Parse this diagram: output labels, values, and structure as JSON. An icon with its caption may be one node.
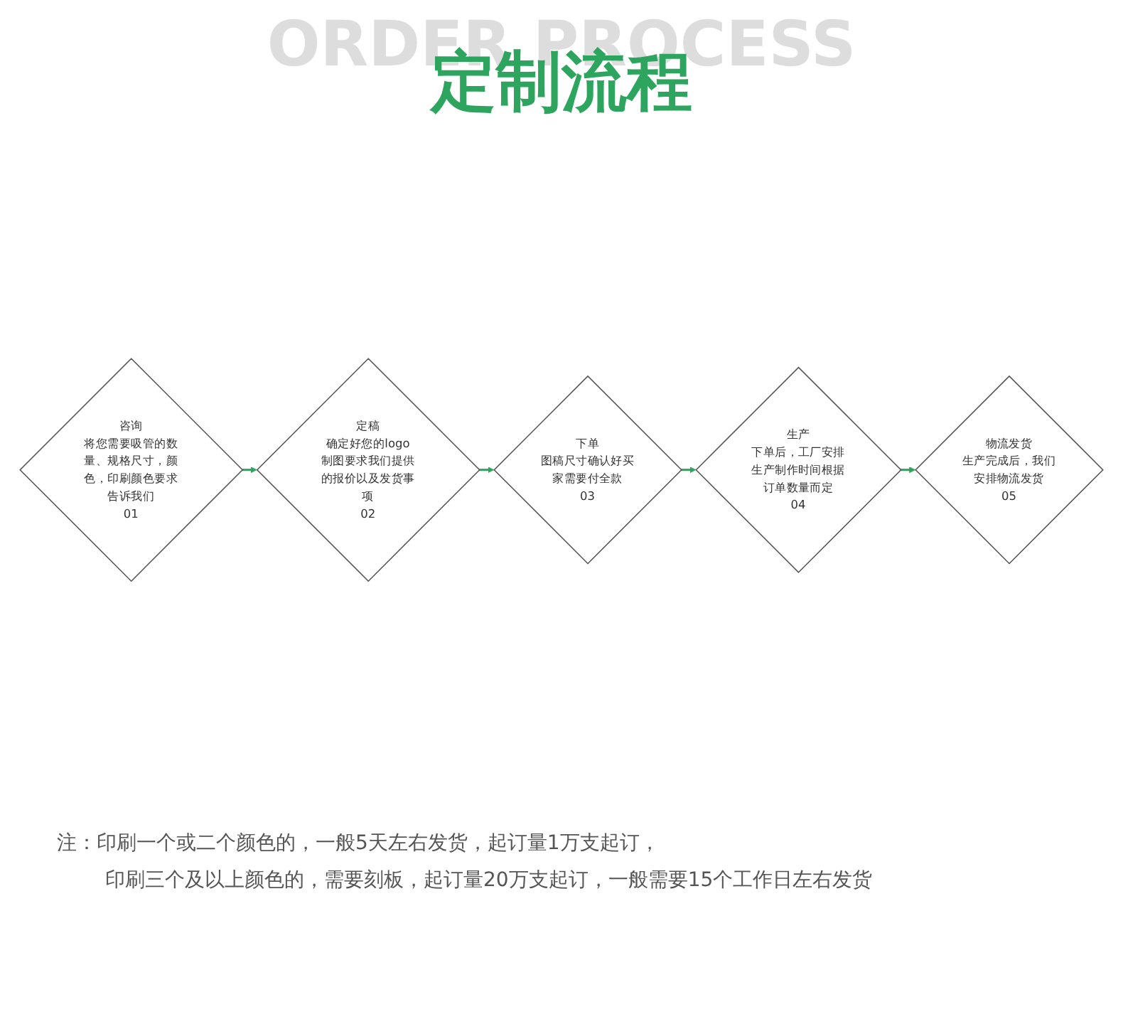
{
  "diagram": {
    "title": "定制流程",
    "nodes": [
      {
        "text": [
          "咨询",
          "将您需要吸管的数量、规格尺寸，颜色，印刷颜色要求告诉我们",
          "01"
        ]
      },
      {
        "text": [
          "定稿",
          "确定好您的logo制图要求我们提供的报价以及发货事项",
          "02"
        ]
      },
      {
        "text": [
          "下单",
          "图稿尺寸确认好买家需要付全款",
          "03"
        ]
      },
      {
        "text": [
          "生产",
          "下单后，工厂安排生产制作时间根据订单数量而定",
          "04"
        ]
      },
      {
        "text": [
          "物流发货",
          "生产完成后，我们安排物流发货",
          "05"
        ]
      }
    ],
    "edges": [
      {
        "from": 0,
        "to": 1,
        "arrow": "to"
      },
      {
        "from": 1,
        "to": 2,
        "arrow": "to"
      },
      {
        "from": 2,
        "to": 3,
        "arrow": "to"
      },
      {
        "from": 3,
        "to": 4,
        "arrow": "to"
      }
    ],
    "labels": [
      "ORDER PROCESS",
      "注：印刷一个或二个颜色的，一般5天左右发货，起订量1万支起订，",
      "印刷三个及以上颜色的，需要刻板，起订量20万支起订，一般需要15个工作日左右发货"
    ]
  }
}
